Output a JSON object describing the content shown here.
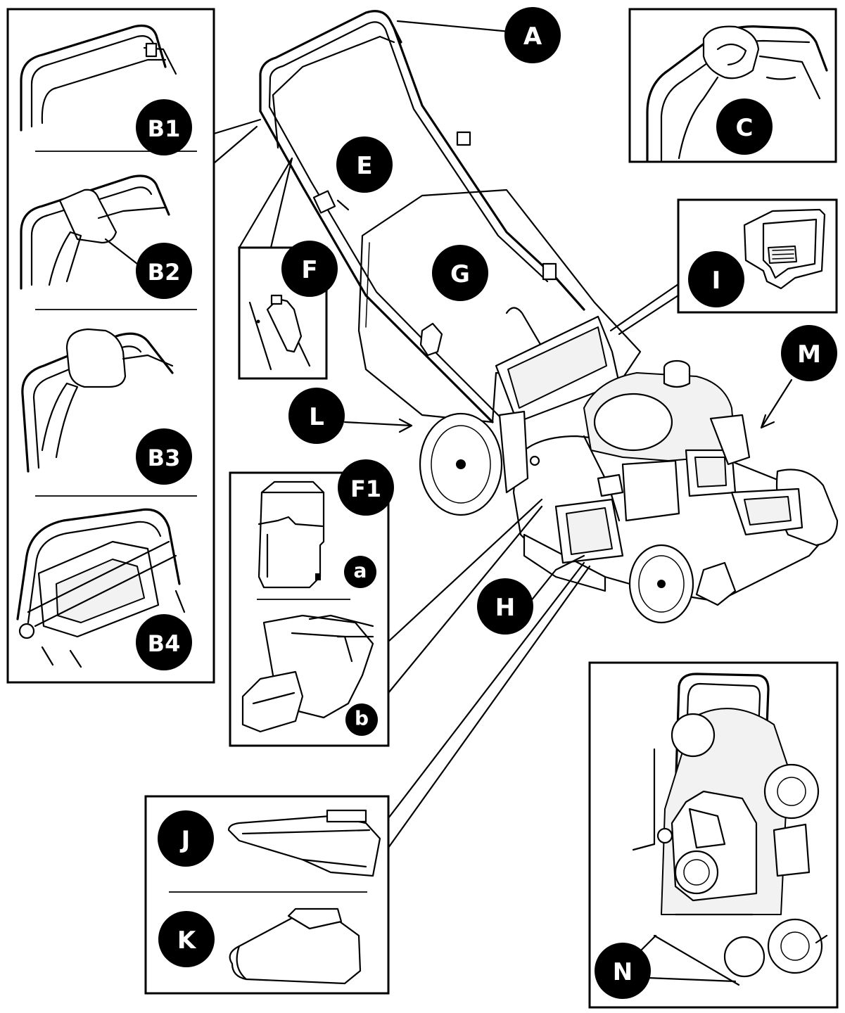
{
  "labels": {
    "A": "A",
    "B1": "B1",
    "B2": "B2",
    "B3": "B3",
    "B4": "B4",
    "C": "C",
    "E": "E",
    "F": "F",
    "F1": "F1",
    "a": "a",
    "b": "b",
    "G": "G",
    "H": "H",
    "I": "I",
    "J": "J",
    "K": "K",
    "L": "L",
    "M": "M",
    "N": "N"
  }
}
